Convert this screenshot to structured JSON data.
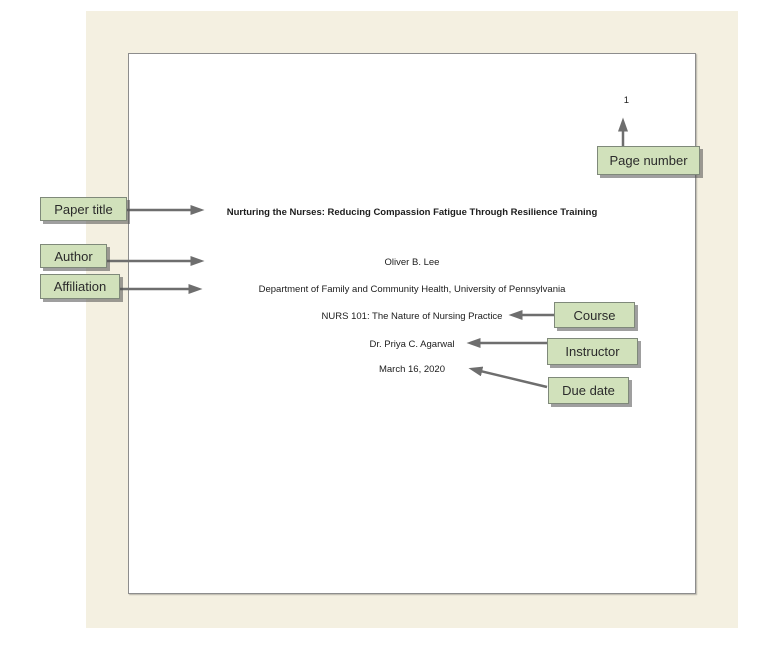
{
  "document": {
    "page_number": "1",
    "title": "Nurturing the Nurses: Reducing Compassion Fatigue Through Resilience Training",
    "author": "Oliver B. Lee",
    "affiliation": "Department of Family and Community Health, University of Pennsylvania",
    "course": "NURS 101: The Nature of Nursing Practice",
    "instructor": "Dr. Priya C. Agarwal",
    "due_date": "March 16, 2020"
  },
  "labels": {
    "paper_title": "Paper title",
    "author": "Author",
    "affiliation": "Affiliation",
    "course": "Course",
    "instructor": "Instructor",
    "due_date": "Due date",
    "page_number": "Page number"
  },
  "colors": {
    "mat_background": "#f4f0e1",
    "page_background": "#ffffff",
    "label_fill": "#d1e1bb",
    "label_border": "#7f897a",
    "arrow": "#6e6e6e",
    "text": "#1c1c1c"
  }
}
